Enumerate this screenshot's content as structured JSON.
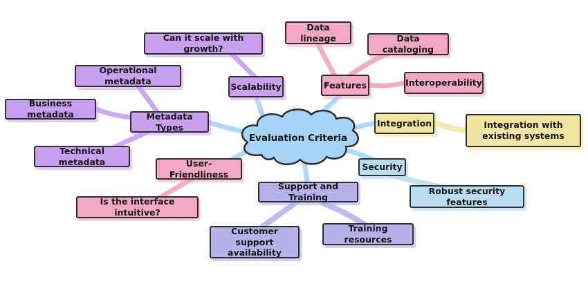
{
  "mindmap": {
    "center": {
      "label": "Evaluation Criteria",
      "color": "#a6d4f7"
    },
    "branches": [
      {
        "id": "scalability",
        "label": "Scalability",
        "color": "#c9a0f0",
        "children": [
          "Can it scale with growth?"
        ]
      },
      {
        "id": "features",
        "label": "Features",
        "color": "#f2a7c5",
        "children": [
          "Data lineage",
          "Data cataloging",
          "Interoperability"
        ]
      },
      {
        "id": "integration",
        "label": "Integration",
        "color": "#f3e6a4",
        "children": [
          "Integration with existing systems"
        ]
      },
      {
        "id": "security",
        "label": "Security",
        "color": "#b9ddf0",
        "children": [
          "Robust security features"
        ]
      },
      {
        "id": "support_and_training",
        "label": "Support and Training",
        "color": "#b7b1ec",
        "children": [
          "Customer support availability",
          "Training resources"
        ]
      },
      {
        "id": "user_friendliness",
        "label": "User-Friendliness",
        "color": "#f2a7c5",
        "children": [
          "Is the interface intuitive?"
        ]
      },
      {
        "id": "metadata_types",
        "label": "Metadata Types",
        "color": "#c9a0f0",
        "children": [
          "Operational metadata",
          "Business metadata",
          "Technical metadata"
        ]
      }
    ],
    "palette": {
      "spoke_blue": "#abd9f8",
      "outline": "#2e2e2e",
      "background": "#ffffff"
    }
  }
}
